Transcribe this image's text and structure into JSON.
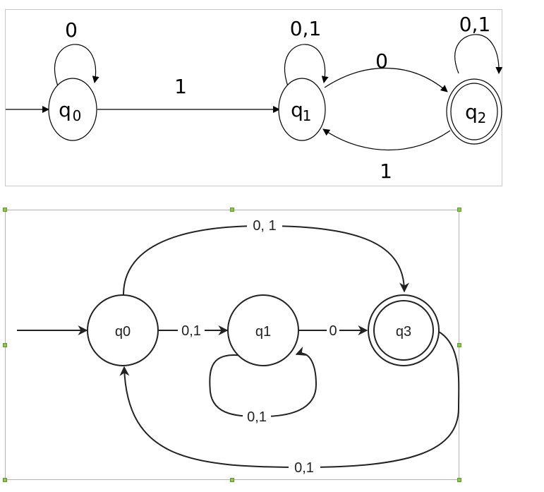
{
  "top_diagram": {
    "states": [
      {
        "base": "q",
        "sub": "0"
      },
      {
        "base": "q",
        "sub": "1"
      },
      {
        "base": "q",
        "sub": "2"
      }
    ],
    "labels": {
      "loop_q0": "0",
      "loop_q1": "0,1",
      "loop_q2": "0,1",
      "q0_q1": "1",
      "q1_q2": "0",
      "q2_q1": "1"
    }
  },
  "bottom_diagram": {
    "states": [
      "q0",
      "q1",
      "q3"
    ],
    "labels": {
      "q0_q3": "0, 1",
      "q0_q1": "0,1",
      "q1_q3": "0",
      "loop_q1": "0,1",
      "q3_q0": "0,1"
    }
  }
}
